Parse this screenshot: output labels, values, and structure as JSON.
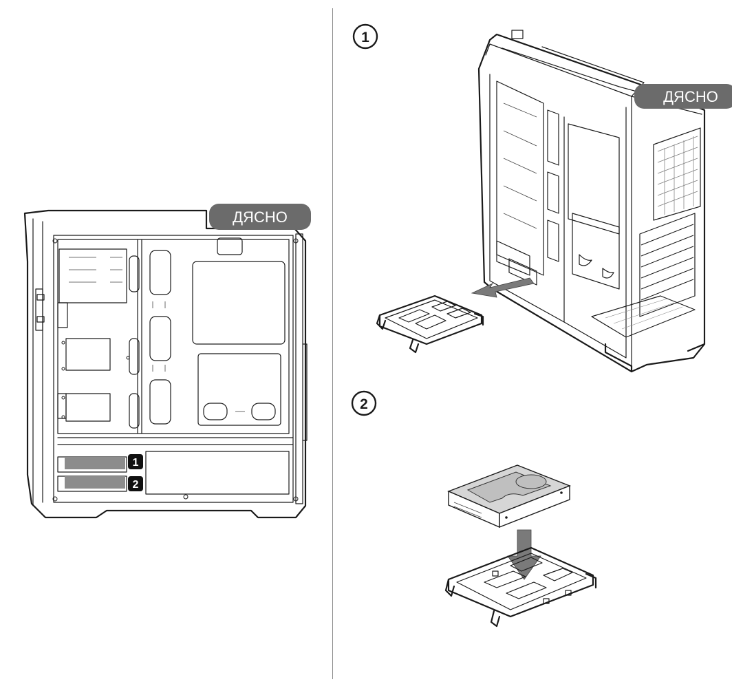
{
  "labels": {
    "side_left": "ДЯСНО",
    "side_right": "ДЯСНО"
  },
  "steps": {
    "step1": "1",
    "step2": "2"
  },
  "bays": {
    "bay1": "1",
    "bay2": "2"
  },
  "colors": {
    "label_fill": "#6b6b6b",
    "label_text": "#ffffff",
    "line": "#1a1a1a",
    "arrow_gray": "#7a7a7a",
    "drive_fill": "#d6d6d6",
    "bay_badge": "#111111"
  }
}
